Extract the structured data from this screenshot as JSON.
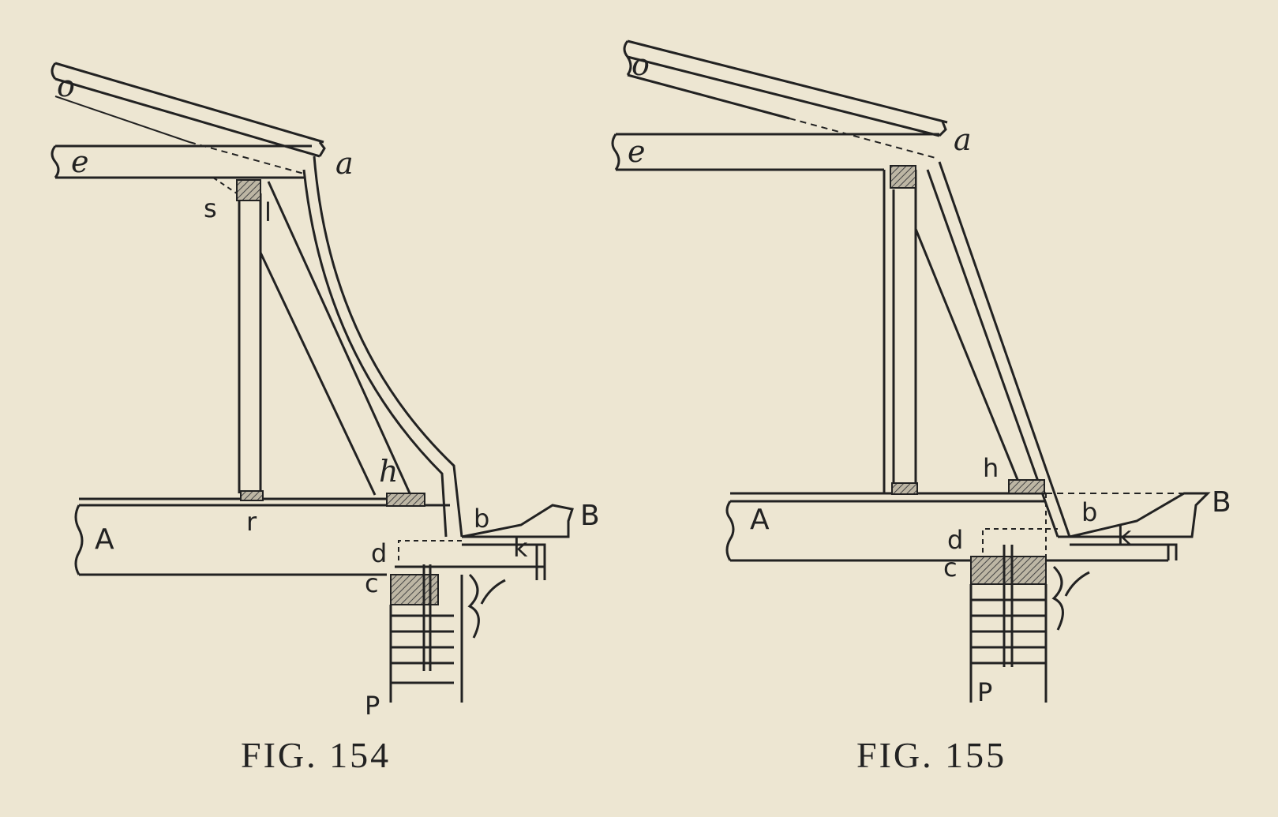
{
  "figures": [
    {
      "caption": "FIG. 154",
      "labels": {
        "o": "o",
        "e": "e",
        "a": "a",
        "s": "s",
        "l": "l",
        "h": "h",
        "r": "r",
        "A": "A",
        "b": "b",
        "B": "B",
        "k": "k",
        "d": "d",
        "c": "c",
        "P": "P"
      }
    },
    {
      "caption": "FIG. 155",
      "labels": {
        "o": "o",
        "e": "e",
        "a": "a",
        "h": "h",
        "A": "A",
        "b": "b",
        "B": "B",
        "k": "k",
        "d": "d",
        "c": "c",
        "P": "P"
      }
    }
  ],
  "colors": {
    "ink": "#222222",
    "paper": "#ede6d2",
    "hatch": "#555555"
  }
}
